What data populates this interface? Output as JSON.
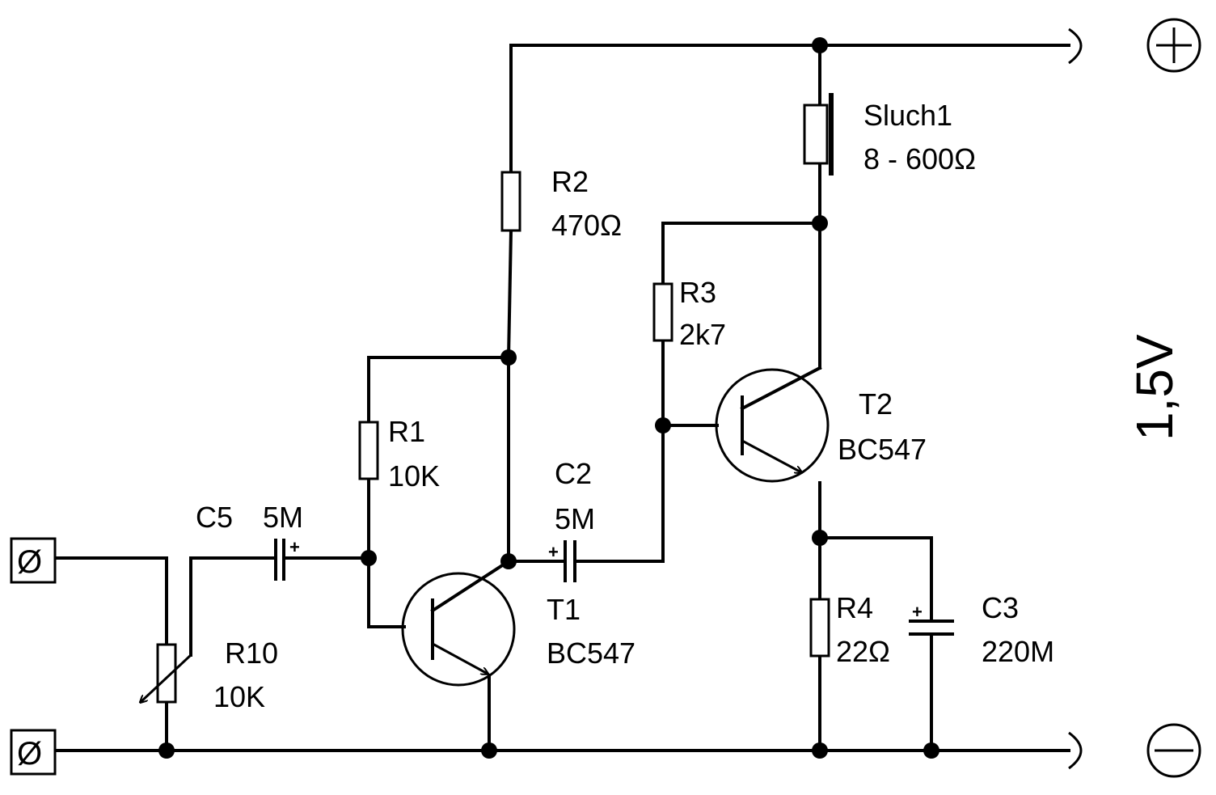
{
  "components": {
    "r1": {
      "name": "R1",
      "value": "10K"
    },
    "r2": {
      "name": "R2",
      "value": "470Ω"
    },
    "r3": {
      "name": "R3",
      "value": "2k7"
    },
    "r4": {
      "name": "R4",
      "value": "22Ω"
    },
    "r10": {
      "name": "R10",
      "value": "10K"
    },
    "c2": {
      "name": "C2",
      "value": "5M"
    },
    "c3": {
      "name": "C3",
      "value": "220M"
    },
    "c5": {
      "name": "C5",
      "value": "5M"
    },
    "t1": {
      "name": "T1",
      "value": "BC547"
    },
    "t2": {
      "name": "T2",
      "value": "BC547"
    },
    "sluch1": {
      "name": "Sluch1",
      "value": "8 - 600Ω"
    }
  },
  "supply": {
    "voltage": "1,5V",
    "plus_symbol": "+",
    "minus_symbol": "−"
  },
  "input_terminal_symbol": "Ø",
  "cap_polarity_symbol": "+"
}
